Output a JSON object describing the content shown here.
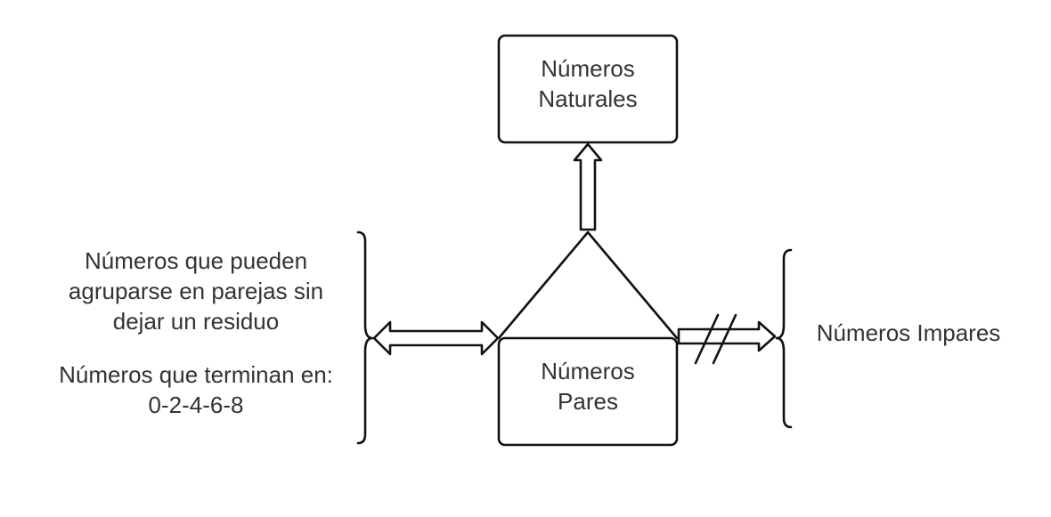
{
  "natural_box": {
    "line1": "Números",
    "line2": "Naturales"
  },
  "pares_box": {
    "line1": "Números",
    "line2": "Pares"
  },
  "left_text": {
    "line1": "Números que pueden",
    "line2": "agruparse en parejas sin",
    "line3": "dejar un residuo",
    "line4": "Números que terminan en:",
    "line5": "0-2-4-6-8"
  },
  "right_text": {
    "label": "Números Impares"
  }
}
